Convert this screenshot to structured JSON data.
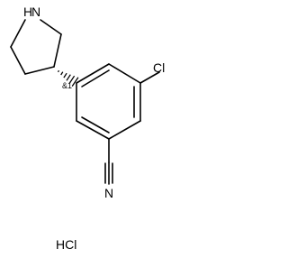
{
  "molecule": {
    "atoms": {
      "amine_n": "N",
      "amine_h": "H",
      "stereo_label": "&1",
      "chlorine": "Cl",
      "nitrile_n": "N"
    },
    "salt": "HCl"
  }
}
